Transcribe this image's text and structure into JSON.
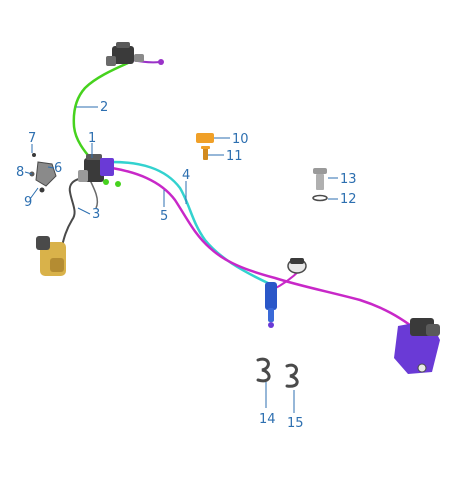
{
  "diagram": {
    "title": "",
    "colors": {
      "callout": "#2d6fb0",
      "line_2": "#46d21e",
      "line_4": "#33d2cf",
      "line_5": "#c828c8",
      "part_dark": "#3a3a3a",
      "part_gray": "#8a8a8a",
      "caliper_gold": "#d9b24a",
      "master_cyl_blue": "#2a57c8",
      "rear_caliper_purple": "#6a3ad6",
      "bolt_orange": "#f0a028"
    },
    "callouts": [
      {
        "id": "c1",
        "label": "1"
      },
      {
        "id": "c2",
        "label": "2"
      },
      {
        "id": "c3",
        "label": "3"
      },
      {
        "id": "c4",
        "label": "4"
      },
      {
        "id": "c5",
        "label": "5"
      },
      {
        "id": "c6",
        "label": "6"
      },
      {
        "id": "c7",
        "label": "7"
      },
      {
        "id": "c8",
        "label": "8"
      },
      {
        "id": "c9",
        "label": "9"
      },
      {
        "id": "c10",
        "label": "10"
      },
      {
        "id": "c11",
        "label": "11"
      },
      {
        "id": "c12",
        "label": "12"
      },
      {
        "id": "c13",
        "label": "13"
      },
      {
        "id": "c14",
        "label": "14"
      },
      {
        "id": "c15",
        "label": "15"
      }
    ]
  }
}
